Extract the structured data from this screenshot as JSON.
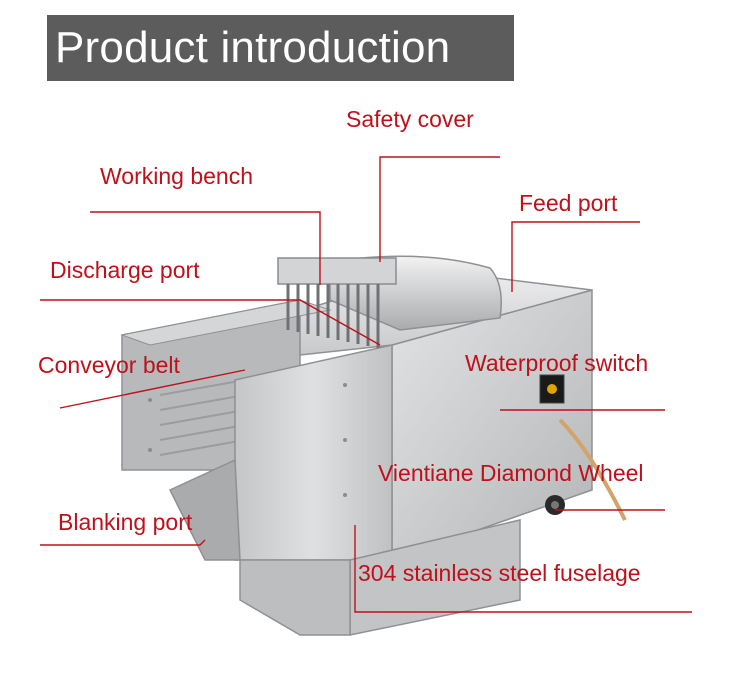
{
  "title": "Product introduction",
  "labels": {
    "safety_cover": "Safety cover",
    "working_bench": "Working bench",
    "feed_port": "Feed port",
    "discharge_port": "Discharge port",
    "conveyor_belt": "Conveyor belt",
    "waterproof_switch": "Waterproof switch",
    "vientiane_diamond_wheel": "Vientiane Diamond Wheel",
    "blanking_port": "Blanking port",
    "stainless_fuselage": "304 stainless steel fuselage"
  },
  "colors": {
    "label_text": "#c0101a",
    "leader_line": "#c0101a",
    "title_bar": "#5c5c5c",
    "title_text": "#ffffff",
    "steel_light": "#d9dadb",
    "steel_mid": "#b9bbbd",
    "steel_dark": "#8e9093"
  }
}
